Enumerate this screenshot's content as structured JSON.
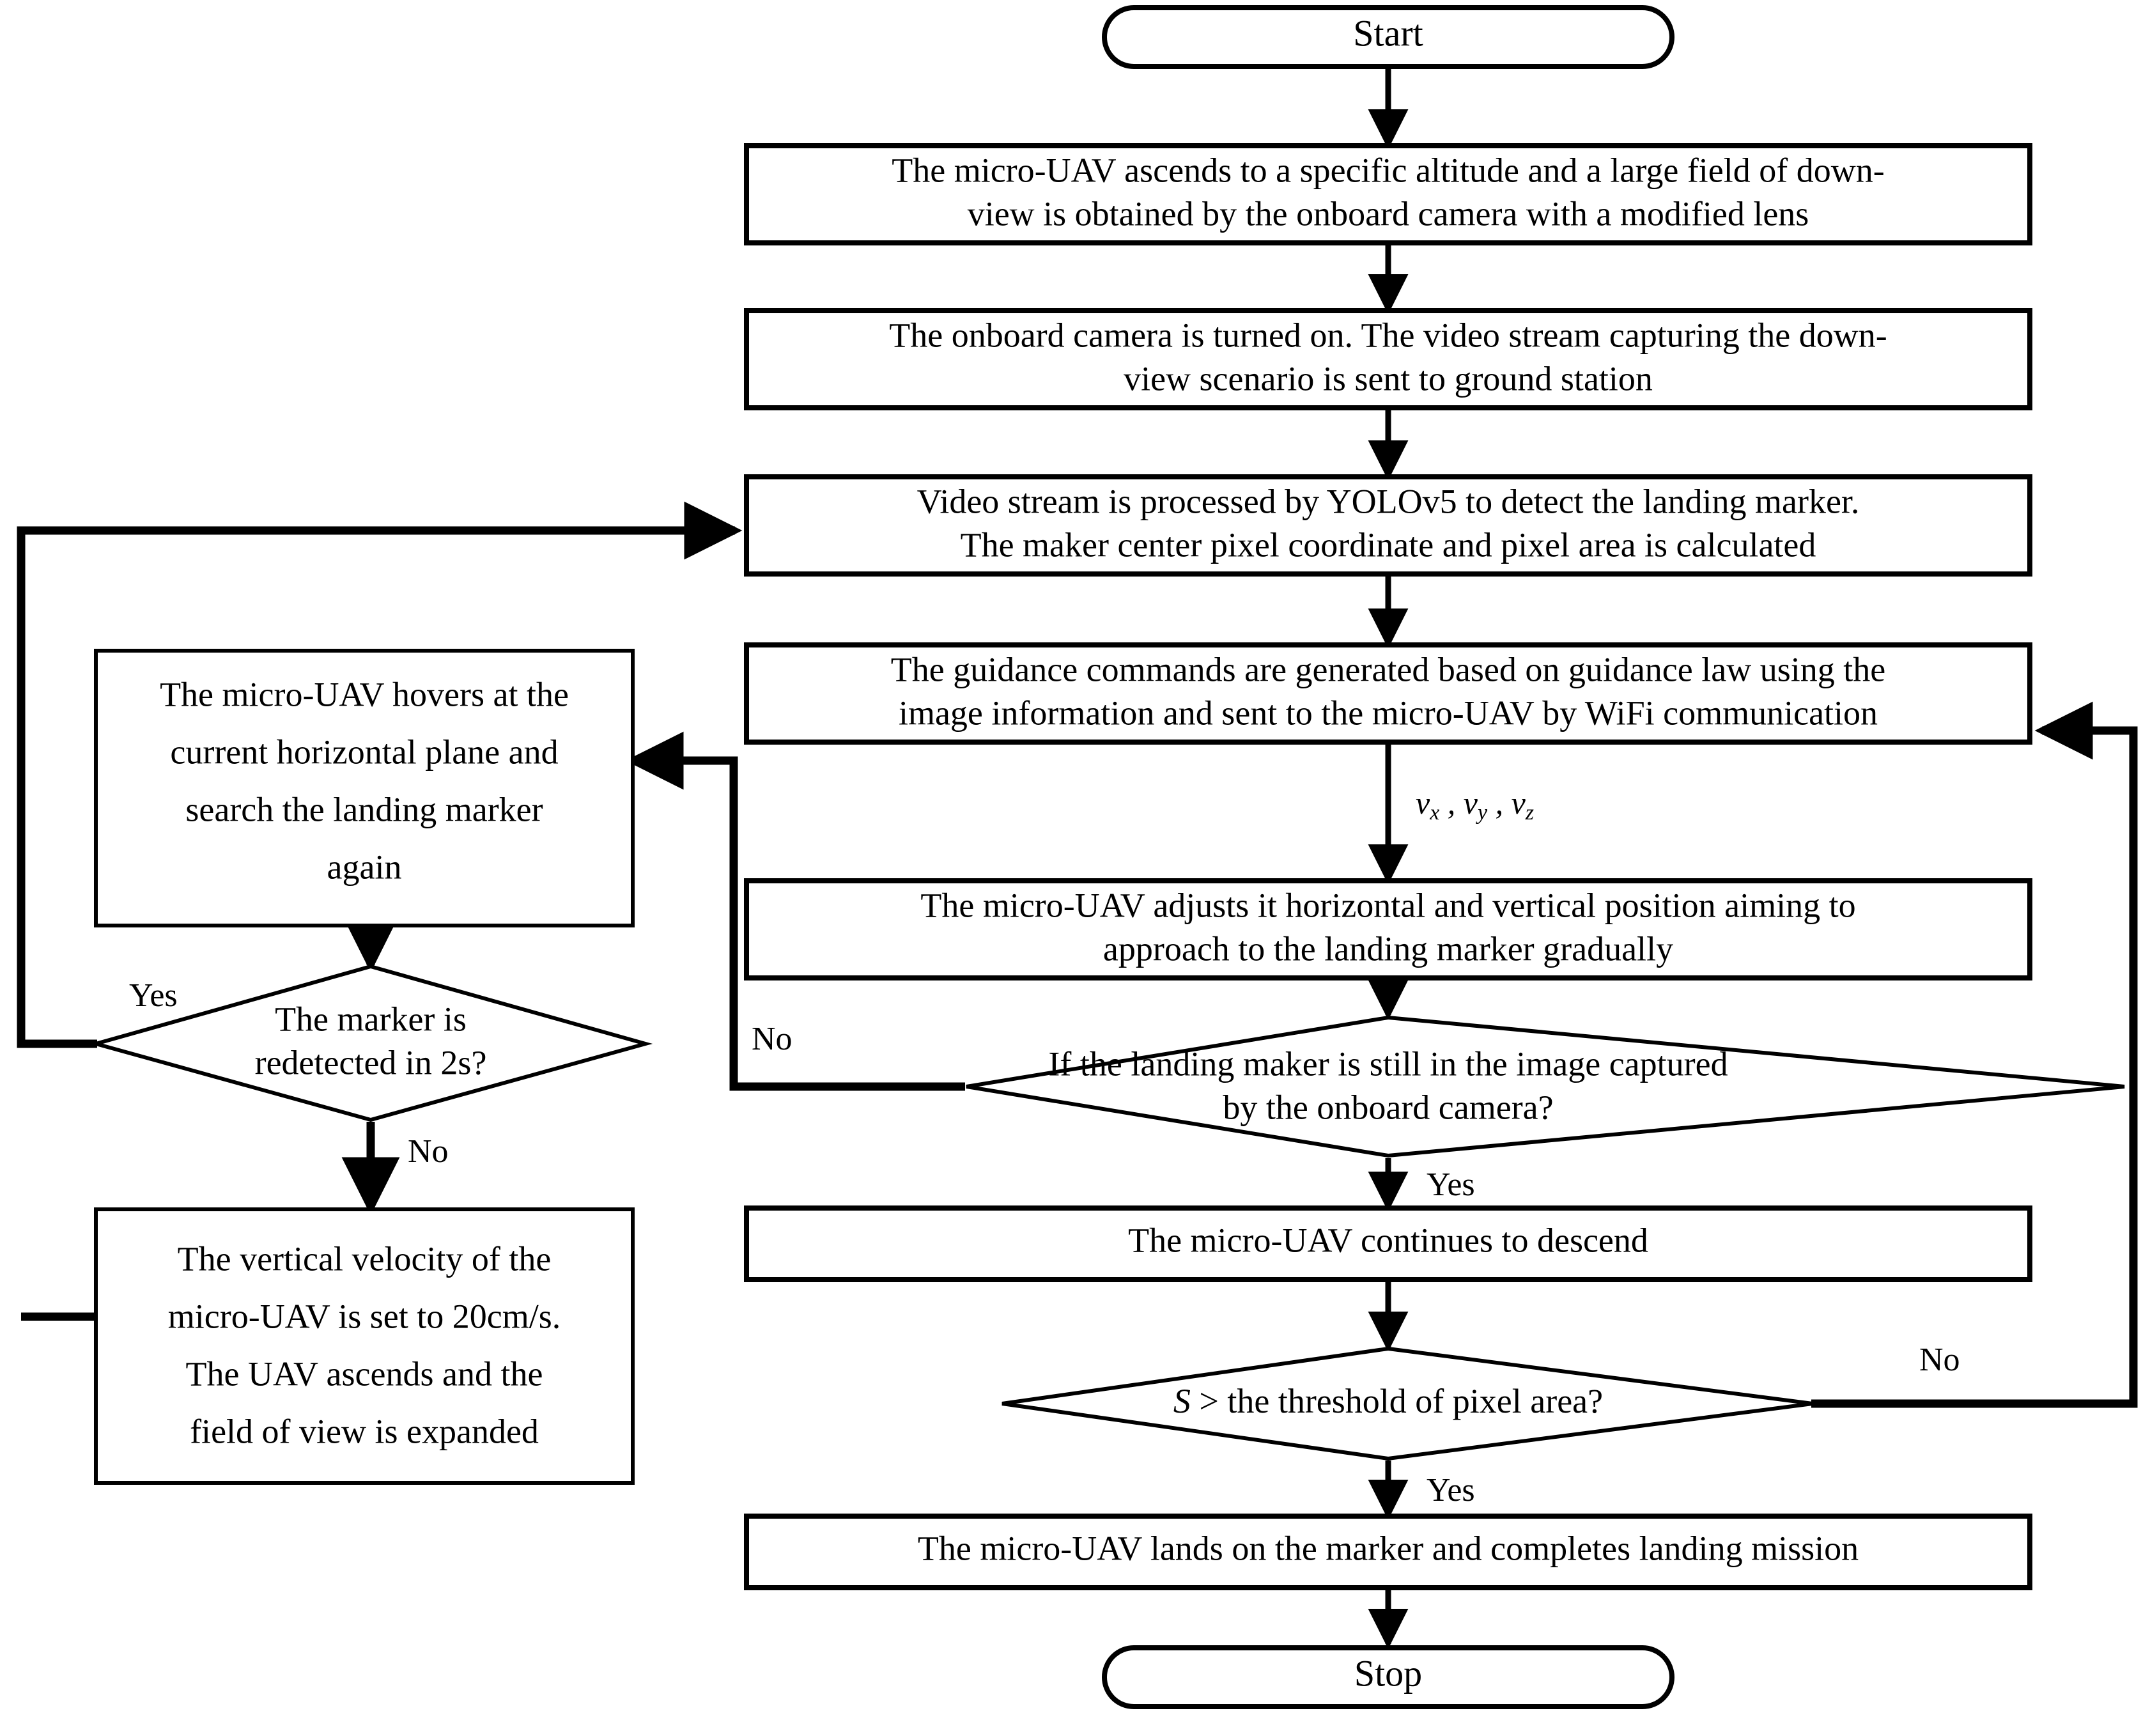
{
  "diagram": {
    "title": "Micro-UAV autonomous landing flowchart",
    "colors": {
      "stroke": "#000000",
      "fill": "#ffffff",
      "text": "#000000"
    },
    "nodes": {
      "start": {
        "type": "terminal",
        "label": "Start"
      },
      "ascend": {
        "type": "process",
        "line1": "The micro-UAV ascends to a specific altitude and a large field of down-",
        "line2": "view is obtained by the onboard camera with a modified lens"
      },
      "camera_on": {
        "type": "process",
        "line1": "The onboard camera is turned on. The video stream capturing the down-",
        "line2": "view scenario is sent to ground station"
      },
      "yolo": {
        "type": "process",
        "line1": "Video stream is processed by YOLOv5 to detect the landing marker.",
        "line2": "The maker center pixel coordinate and pixel area is calculated"
      },
      "guidance": {
        "type": "process",
        "line1": "The guidance commands are generated based on guidance law using the",
        "line2": "image information and sent to the micro-UAV by WiFi communication"
      },
      "adjust": {
        "type": "process",
        "line1": "The micro-UAV adjusts it horizontal and vertical position aiming to",
        "line2": "approach to the landing marker gradually"
      },
      "marker_in_image": {
        "type": "decision",
        "line1": "If the landing maker is still in the image captured",
        "line2": "by the onboard camera?"
      },
      "descend": {
        "type": "process",
        "line1": "The micro-UAV continues to descend"
      },
      "area_threshold": {
        "type": "decision",
        "prefix": "S",
        "line1": " > the threshold of pixel area?"
      },
      "land": {
        "type": "process",
        "line1": "The micro-UAV lands on the marker and completes landing mission"
      },
      "stop": {
        "type": "terminal",
        "label": "Stop"
      },
      "hover": {
        "type": "process",
        "line1": "The micro-UAV hovers at the",
        "line2": "current horizontal plane and",
        "line3": "search the landing marker",
        "line4": "again"
      },
      "redetect": {
        "type": "decision",
        "line1": "The marker is",
        "line2": "redetected in 2s?"
      },
      "ascend_expand": {
        "type": "process",
        "line1": "The vertical velocity of the",
        "line2": "micro-UAV is set to 20cm/s.",
        "line3": "The UAV ascends and the",
        "line4": "field of view is expanded"
      }
    },
    "edge_labels": {
      "velocity_vx": "v",
      "velocity_vx_sub": "x",
      "velocity_vy": "v",
      "velocity_vy_sub": "y",
      "velocity_vz": "v",
      "velocity_vz_sub": "z",
      "velocity_sep1": " , ",
      "velocity_sep2": " , ",
      "marker_no": "No",
      "marker_yes": "Yes",
      "redetect_yes": "Yes",
      "redetect_no": "No",
      "area_no": "No",
      "area_yes": "Yes"
    }
  }
}
